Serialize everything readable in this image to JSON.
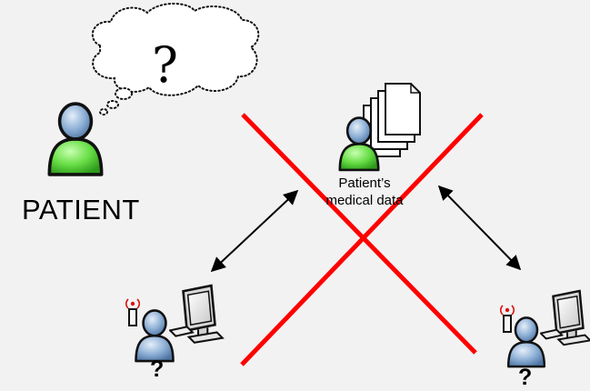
{
  "patient": {
    "label": "PATIENT",
    "thought": "?"
  },
  "medical_data": {
    "label_line1": "Patient’s",
    "label_line2": "medical data"
  },
  "third_parties": {
    "left_unknown": "?",
    "right_unknown": "?"
  },
  "colors": {
    "background": "#f2f2f2",
    "person_green": "#66dd44",
    "person_blue": "#8eb0d6",
    "cross": "#ff0000",
    "outline": "#111111"
  }
}
